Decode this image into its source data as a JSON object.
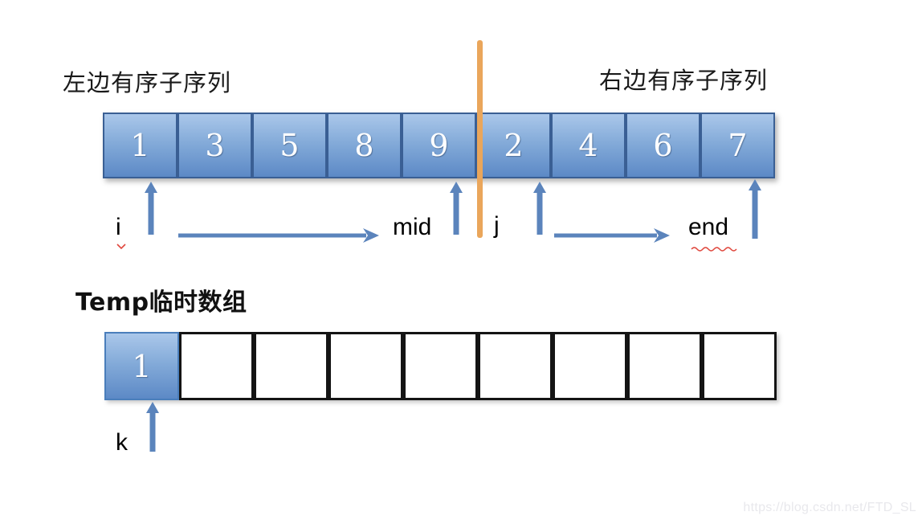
{
  "labels": {
    "left_title": "左边有序子序列",
    "right_title": "右边有序子序列",
    "temp_title": "Temp临时数组"
  },
  "main_array": {
    "values": [
      "1",
      "3",
      "5",
      "8",
      "9",
      "2",
      "4",
      "6",
      "7"
    ],
    "left_sorted_count": 5,
    "right_sorted_count": 4
  },
  "pointers": {
    "i": "i",
    "mid": "mid",
    "j": "j",
    "end": "end",
    "k": "k"
  },
  "temp_array": {
    "values": [
      "1",
      "",
      "",
      "",
      "",
      "",
      "",
      "",
      ""
    ]
  },
  "watermark": "https://blog.csdn.net/FTD_SL",
  "colors": {
    "cell_fill_top": "#AAC7EA",
    "cell_fill_bottom": "#5C89C6",
    "cell_border": "#3A5F94",
    "divider_orange": "#EAA65B",
    "arrow_blue": "#5B84BC",
    "squiggle_red": "#E0483E",
    "temp_cell_border": "#141414"
  }
}
